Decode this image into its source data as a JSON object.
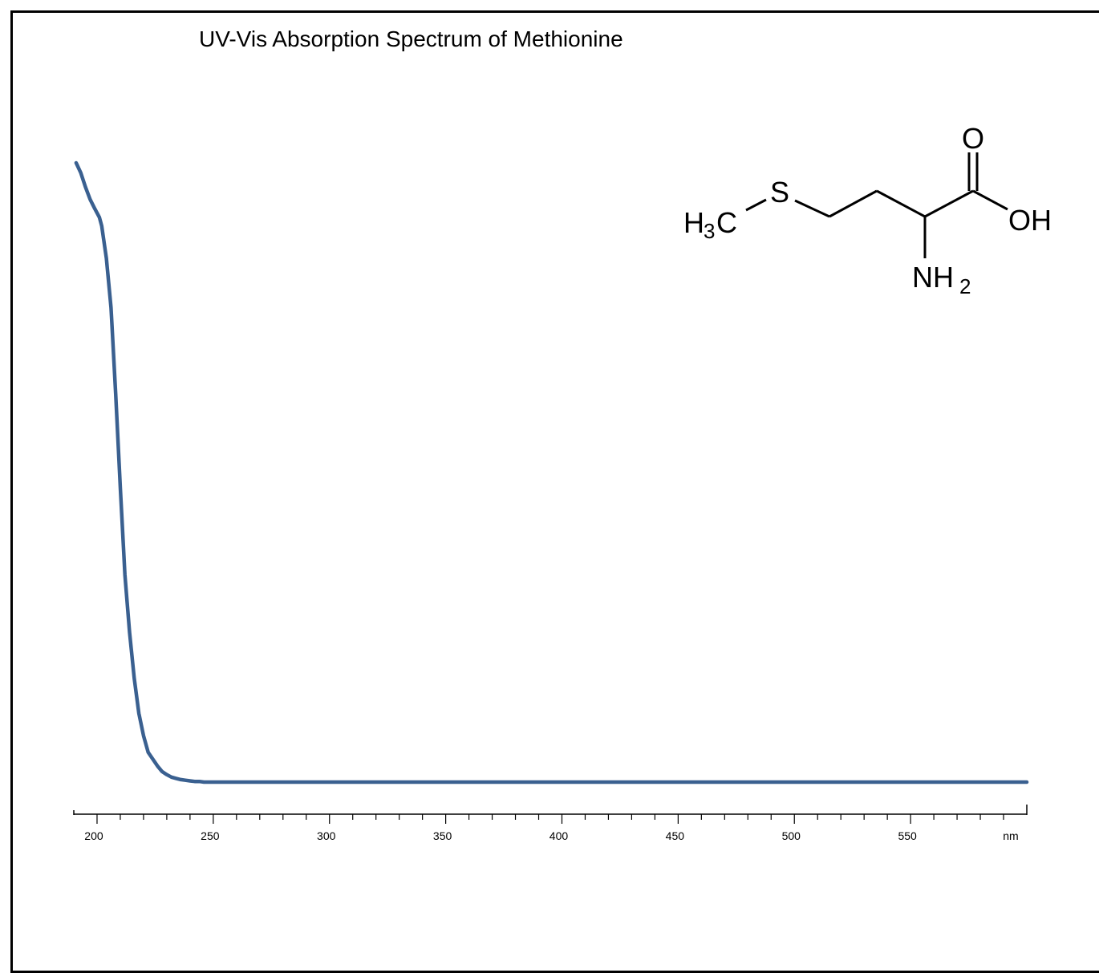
{
  "chart_data": {
    "type": "line",
    "title": "UV-Vis Absorption Spectrum of Methionine",
    "xlabel": "nm",
    "ylabel": "",
    "xlim": [
      190,
      600
    ],
    "ylim": [
      0,
      1
    ],
    "x_ticks": [
      200,
      250,
      300,
      350,
      400,
      450,
      500,
      550
    ],
    "x_unit_label": "nm",
    "grid": false,
    "line_color": "#3a6090",
    "series": [
      {
        "x": [
          191,
          193,
          195,
          197,
          199,
          201,
          202,
          204,
          206,
          208,
          210,
          212,
          214,
          216,
          218,
          220,
          222,
          224,
          226,
          228,
          230,
          232,
          234,
          236,
          238,
          240,
          242,
          244,
          246,
          248,
          250,
          252,
          255,
          260,
          300,
          400,
          500,
          600
        ],
        "y": [
          1.0,
          0.984,
          0.961,
          0.941,
          0.926,
          0.912,
          0.898,
          0.846,
          0.766,
          0.627,
          0.475,
          0.335,
          0.242,
          0.168,
          0.111,
          0.075,
          0.048,
          0.037,
          0.026,
          0.017,
          0.012,
          0.008,
          0.006,
          0.004,
          0.003,
          0.002,
          0.001,
          0.001,
          0.0,
          0.0,
          0.0,
          0.0,
          0.0,
          0.0,
          0.0,
          0.0,
          0.0,
          0.0
        ]
      }
    ],
    "annotation": {
      "type": "structure",
      "labels": {
        "methyl_h": "H",
        "methyl_sub": "3",
        "methyl_c": "C",
        "sulfur": "S",
        "oxygen": "O",
        "hydroxyl": "OH",
        "amine_nh": "NH",
        "amine_sub": "2"
      }
    }
  }
}
